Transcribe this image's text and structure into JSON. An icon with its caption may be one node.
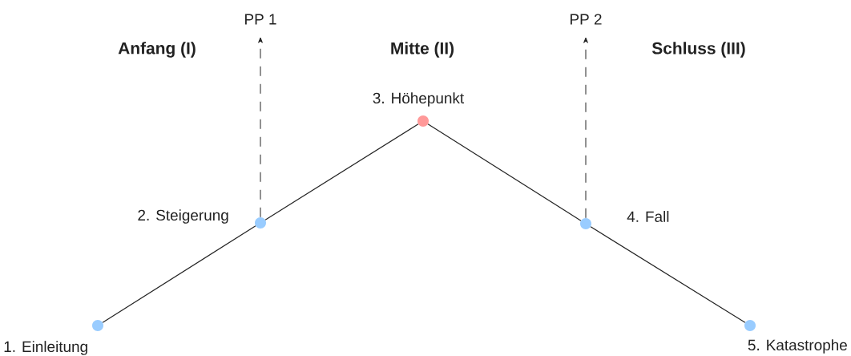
{
  "diagram": {
    "nodes": [
      {
        "text": [],
        "shape": "circle",
        "beside": [
          "1. Einleitung"
        ]
      },
      {
        "text": [],
        "shape": "circle",
        "beside": [
          "2. Steigerung"
        ]
      },
      {
        "text": [],
        "shape": "circle",
        "beside": [
          "3. Höhepunkt"
        ]
      },
      {
        "text": [],
        "shape": "circle",
        "beside": [
          "4. Fall"
        ]
      },
      {
        "text": [],
        "shape": "circle",
        "beside": [
          "5. Katastrophe"
        ]
      },
      {
        "text": [
          "PP 1"
        ]
      },
      {
        "text": [
          "PP 2"
        ]
      }
    ],
    "edges": [
      {
        "from": 0,
        "to": 1,
        "arrow": "none"
      },
      {
        "from": 1,
        "to": 2,
        "arrow": "none"
      },
      {
        "from": 2,
        "to": 3,
        "arrow": "none"
      },
      {
        "from": 3,
        "to": 4,
        "arrow": "none"
      },
      {
        "from": 1,
        "to": 5,
        "arrow": "to",
        "style": "dashed"
      },
      {
        "from": 3,
        "to": 6,
        "arrow": "to",
        "style": "dashed"
      }
    ],
    "labels": [
      "Anfang (I)",
      "Mitte (II)",
      "Schluss (III)"
    ]
  }
}
